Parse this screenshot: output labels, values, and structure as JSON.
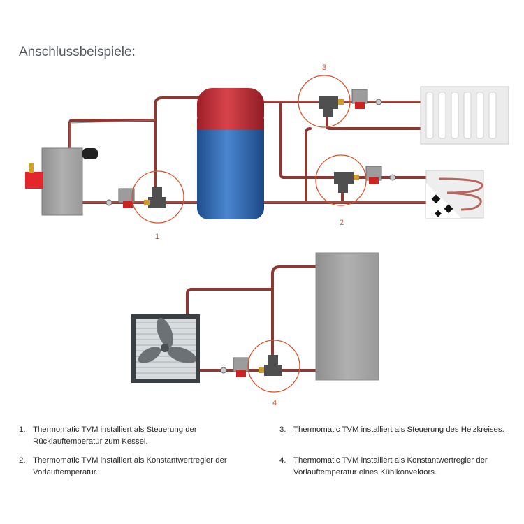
{
  "title": "Anschlussbeispiele:",
  "callouts": [
    {
      "id": "1",
      "label": "1"
    },
    {
      "id": "2",
      "label": "2"
    },
    {
      "id": "3",
      "label": "3"
    },
    {
      "id": "4",
      "label": "4"
    }
  ],
  "legend": [
    {
      "num": "1.",
      "text": "Thermomatic TVM installiert als Steuerung der Rücklauftemperatur zum Kessel."
    },
    {
      "num": "2.",
      "text": "Thermomatic TVM installiert als Konstantwertregler der Vorlauftemperatur."
    },
    {
      "num": "3.",
      "text": "Thermomatic TVM installiert als Steuerung des Heizkreises."
    },
    {
      "num": "4.",
      "text": "Thermomatic TVM installiert als Konstantwertregler der Vorlauftemperatur eines Kühlkonvektors."
    }
  ],
  "colors": {
    "pipe": "#8a3a32",
    "pipe_highlight": "#b4645a",
    "tank_top": "#c8323a",
    "tank_bottom": "#2f6ab8",
    "callout": "#d9522e",
    "equipment_gray": "#a6a6a6"
  },
  "icons": [
    "boiler-icon",
    "storage-tank-icon",
    "radiator-icon",
    "floor-heating-icon",
    "fan-convector-icon",
    "heat-pump-unit-icon",
    "valve-icon",
    "pump-icon"
  ]
}
